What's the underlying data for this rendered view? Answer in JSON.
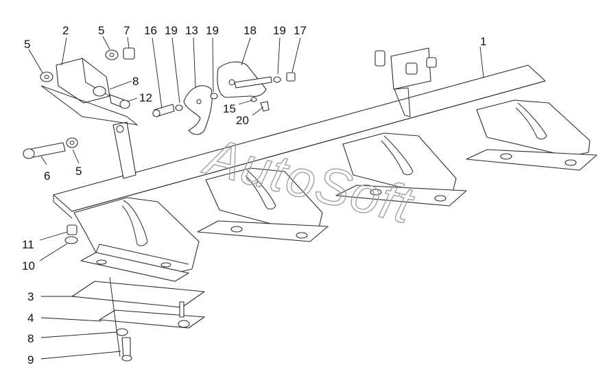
{
  "watermark": "AutoSoft",
  "callouts": {
    "c1": "1",
    "c2": "2",
    "c3": "3",
    "c4": "4",
    "c5a": "5",
    "c5b": "5",
    "c5c": "5",
    "c6": "6",
    "c7": "7",
    "c8a": "8",
    "c8b": "8",
    "c9": "9",
    "c10": "10",
    "c11": "11",
    "c12": "12",
    "c13": "13",
    "c15": "15",
    "c16": "16",
    "c17": "17",
    "c18": "18",
    "c19a": "19",
    "c19b": "19",
    "c19c": "19",
    "c20": "20"
  }
}
